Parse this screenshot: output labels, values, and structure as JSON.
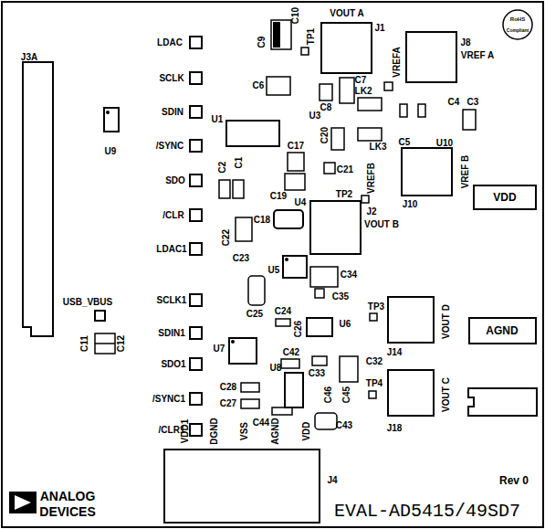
{
  "diagram": {
    "nodes": [
      {
        "text": [
          "VDD"
        ]
      },
      {
        "text": [
          "AGND"
        ]
      }
    ],
    "labels": [
      "J3A",
      "LDAC",
      "SCLK",
      "SDIN",
      "/SYNC",
      "SDO",
      "/CLR",
      "LDAC1",
      "SCLK1",
      "SDIN1",
      "SDO1",
      "/SYNC1",
      "/CLR1",
      "U9",
      "USB_VBUS",
      "C11",
      "C12",
      "U1",
      "U3",
      "C9",
      "C10",
      "TP1",
      "VOUT A",
      "J1",
      "C7",
      "C6",
      "C8",
      "VREFA",
      "J8",
      "VREF A",
      "LK2",
      "C4",
      "C3",
      "C5",
      "U10",
      "LK3",
      "C17",
      "C20",
      "C21",
      "VREFB",
      "TP2",
      "J10",
      "VREF B",
      "C2",
      "C1",
      "C19",
      "U4",
      "C18",
      "J2",
      "VOUT B",
      "C22",
      "C23",
      "U5",
      "C34",
      "C35",
      "C25",
      "C24",
      "C26",
      "U6",
      "TP3",
      "VOUT D",
      "J14",
      "U7",
      "C42",
      "U8",
      "C33",
      "C32",
      "C46",
      "C45",
      "TP4",
      "VOUT C",
      "J18",
      "C28",
      "C27",
      "C44",
      "C43",
      "VDD1",
      "DGND",
      "VSS",
      "AGND",
      "VDD",
      "J4",
      "Rev 0",
      "EVAL-AD5415/49SD7",
      "ANALOG",
      "DEVICES",
      "RoHS",
      "Compliant"
    ]
  }
}
